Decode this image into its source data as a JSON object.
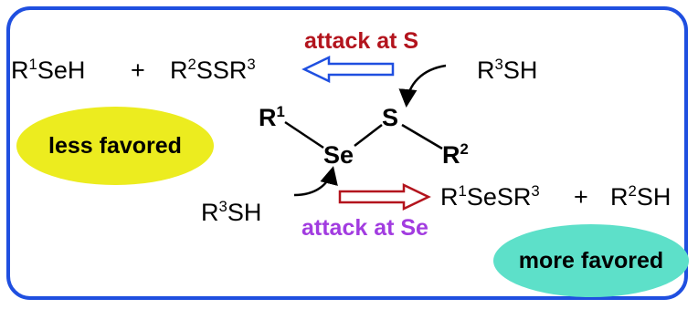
{
  "frame": {
    "border_color": "#1f4fe0"
  },
  "reaction_s": {
    "label": "attack at S",
    "label_color": "#b3141d",
    "products": {
      "r1": "R",
      "r1_sup": "1",
      "r1_tail": "SeH",
      "plus": "+",
      "r2": "R",
      "r2_sup": "2",
      "r2_mid": "SSR",
      "r2_sup2": "3"
    },
    "reagent": {
      "r": "R",
      "sup": "3",
      "tail": "SH"
    },
    "arrow_color": "#1f4fe0",
    "outcome": {
      "text": "less favored",
      "color": "#ecec1f"
    }
  },
  "molecule": {
    "r1": "R",
    "r1_sup": "1",
    "se": "Se",
    "s": "S",
    "r2": "R",
    "r2_sup": "2"
  },
  "reaction_se": {
    "label": "attack at Se",
    "label_color": "#a23ce0",
    "reagent": {
      "r": "R",
      "sup": "3",
      "tail": "SH"
    },
    "products": {
      "p1": "R",
      "p1_sup": "1",
      "p1_mid": "SeSR",
      "p1_sup2": "3",
      "plus": "+",
      "p2": "R",
      "p2_sup": "2",
      "p2_tail": "SH"
    },
    "arrow_color": "#b3141d",
    "outcome": {
      "text": "more favored",
      "color": "#5de0c9"
    }
  }
}
